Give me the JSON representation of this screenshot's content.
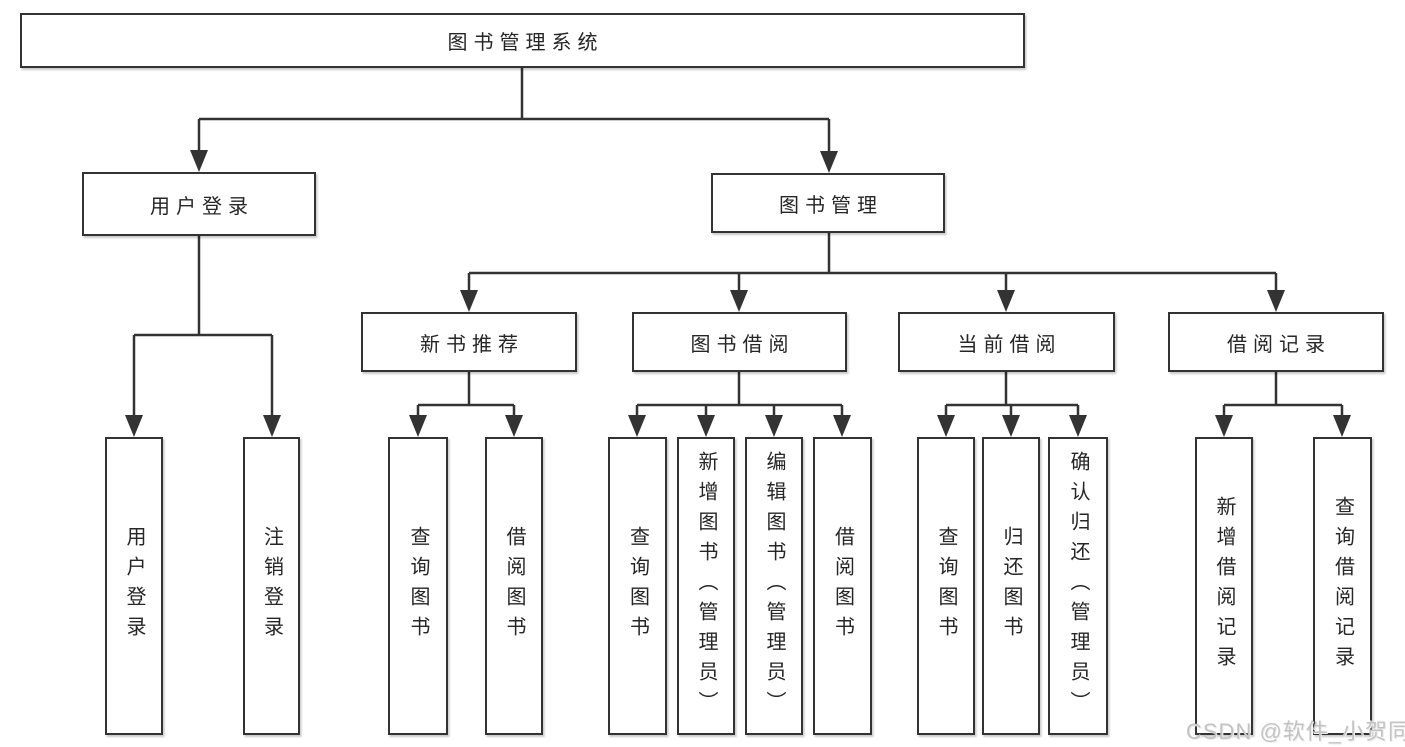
{
  "tree": {
    "label": "图书管理系统",
    "children": [
      {
        "label": "用户登录",
        "children": [
          {
            "label": "用户登录"
          },
          {
            "label": "注销登录"
          }
        ]
      },
      {
        "label": "图书管理",
        "children": [
          {
            "label": "新书推荐",
            "children": [
              {
                "label": "查询图书"
              },
              {
                "label": "借阅图书"
              }
            ]
          },
          {
            "label": "图书借阅",
            "children": [
              {
                "label": "查询图书"
              },
              {
                "label": "新增图书（管理员）"
              },
              {
                "label": "编辑图书（管理员）"
              },
              {
                "label": "借阅图书"
              }
            ]
          },
          {
            "label": "当前借阅",
            "children": [
              {
                "label": "查询图书"
              },
              {
                "label": "归还图书"
              },
              {
                "label": "确认归还（管理员）"
              }
            ]
          },
          {
            "label": "借阅记录",
            "children": [
              {
                "label": "新增借阅记录"
              },
              {
                "label": "查询借阅记录"
              }
            ]
          }
        ]
      }
    ]
  },
  "watermark": {
    "text": "CSDN @软件_小贺同学"
  },
  "colors": {
    "background": "#ffffff",
    "line": "#333333",
    "node_border": "#333333",
    "node_fill": "#ffffff",
    "node_text": "#262626",
    "watermark_text": "#c3c3c3"
  }
}
